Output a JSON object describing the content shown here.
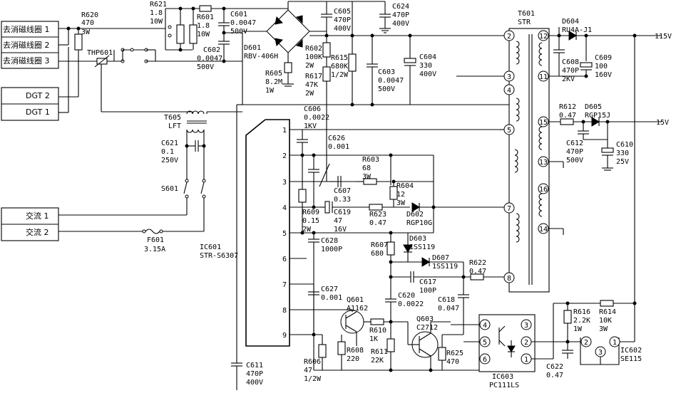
{
  "connectors": {
    "degauss": [
      "去消磁线圈 1",
      "去消磁线圈 2",
      "去消磁线圈 3"
    ],
    "dgt": [
      "DGT  2",
      "DGT  1"
    ],
    "ac": [
      "交流  1",
      "交流  2"
    ]
  },
  "components": {
    "r620": [
      "R620",
      "470",
      "3W"
    ],
    "r621": [
      "R621",
      "1.8",
      "10W"
    ],
    "r601": [
      "R601",
      "1.8",
      "10W"
    ],
    "c601": [
      "C601",
      "0.0047",
      "500V"
    ],
    "c602": [
      "C602",
      "0.0047",
      "500V"
    ],
    "thp601": [
      "THP601"
    ],
    "d601": [
      "D601",
      "RBV-406H"
    ],
    "c605": [
      "C605",
      "470P",
      "400V"
    ],
    "c624": [
      "C624",
      "470P",
      "400V"
    ],
    "r605": [
      "R605",
      "8.2M",
      "1W"
    ],
    "r602": [
      "R602",
      "100K",
      "2W"
    ],
    "r617": [
      "R617",
      "47K",
      "2W"
    ],
    "r615": [
      "R615",
      "680K",
      "1/2W"
    ],
    "c603": [
      "C603",
      "0.0047",
      "500V"
    ],
    "c604": [
      "C604",
      "330",
      "400V"
    ],
    "t601": [
      "T601",
      "STR"
    ],
    "d604": [
      "D604",
      "RU4A-J1"
    ],
    "c608": [
      "C608",
      "470P",
      "2KV"
    ],
    "c609": [
      "C609",
      "100",
      "160V"
    ],
    "out115": [
      "115V"
    ],
    "r612": [
      "R612",
      "0.47"
    ],
    "d605": [
      "D605",
      "RGP15J"
    ],
    "out15": [
      "15V"
    ],
    "c612": [
      "C612",
      "470P",
      "500V"
    ],
    "c610": [
      "C610",
      "330",
      "25V"
    ],
    "t605": [
      "T605",
      "LFT"
    ],
    "c621": [
      "C621",
      "0.1",
      "250V"
    ],
    "s601": [
      "S601"
    ],
    "f601": [
      "F601",
      "3.15A"
    ],
    "c606": [
      "C606",
      "0.0022",
      "1KV"
    ],
    "c626": [
      "C626",
      "0.001"
    ],
    "r603": [
      "R603",
      "68",
      "3W"
    ],
    "r604": [
      "R604",
      "12",
      "3W"
    ],
    "c607": [
      "C607",
      "0.33"
    ],
    "r609": [
      "R609",
      "0.15",
      "2W"
    ],
    "c619": [
      "C619",
      "47",
      "16V"
    ],
    "r623": [
      "R623",
      "0.47"
    ],
    "d602": [
      "D602",
      "RGP10G"
    ],
    "d603": [
      "D603",
      "1SS119"
    ],
    "r607": [
      "R607",
      "680"
    ],
    "d607": [
      "D607",
      "1SS119"
    ],
    "c628": [
      "C628",
      "1000P"
    ],
    "ic601": [
      "IC601",
      "STR-S6307"
    ],
    "r622": [
      "R622",
      "0.47"
    ],
    "c617": [
      "C617",
      "100P"
    ],
    "c627": [
      "C627",
      "0.001"
    ],
    "c620": [
      "C620",
      "0.0022"
    ],
    "c618": [
      "C618",
      "0.047"
    ],
    "q601": [
      "Q601",
      "A1162"
    ],
    "q603": [
      "Q603",
      "C2712"
    ],
    "r610": [
      "R610",
      "1K"
    ],
    "r608": [
      "R608",
      "220"
    ],
    "r611": [
      "R611",
      "22K"
    ],
    "r625": [
      "R625",
      "470"
    ],
    "r606": [
      "R606",
      "47",
      "1/2W"
    ],
    "c611": [
      "C611",
      "470P",
      "400V"
    ],
    "ic603": [
      "IC603",
      "PC111LS"
    ],
    "c622": [
      "C622",
      "0.47"
    ],
    "r616": [
      "R616",
      "2.2K",
      "1W"
    ],
    "r614": [
      "R614",
      "10K",
      "3W"
    ],
    "ic602": [
      "IC602",
      "SE115"
    ]
  },
  "pins": {
    "ic601": [
      "1",
      "2",
      "3",
      "4",
      "5",
      "6",
      "7",
      "8",
      "9"
    ],
    "t601": [
      "2",
      "3",
      "4",
      "5",
      "7",
      "8",
      "12",
      "11",
      "15",
      "13",
      "16",
      "14"
    ],
    "ic603": [
      "4",
      "5",
      "6",
      "3",
      "2",
      "1"
    ],
    "ic602": [
      "2",
      "3",
      "1"
    ]
  }
}
